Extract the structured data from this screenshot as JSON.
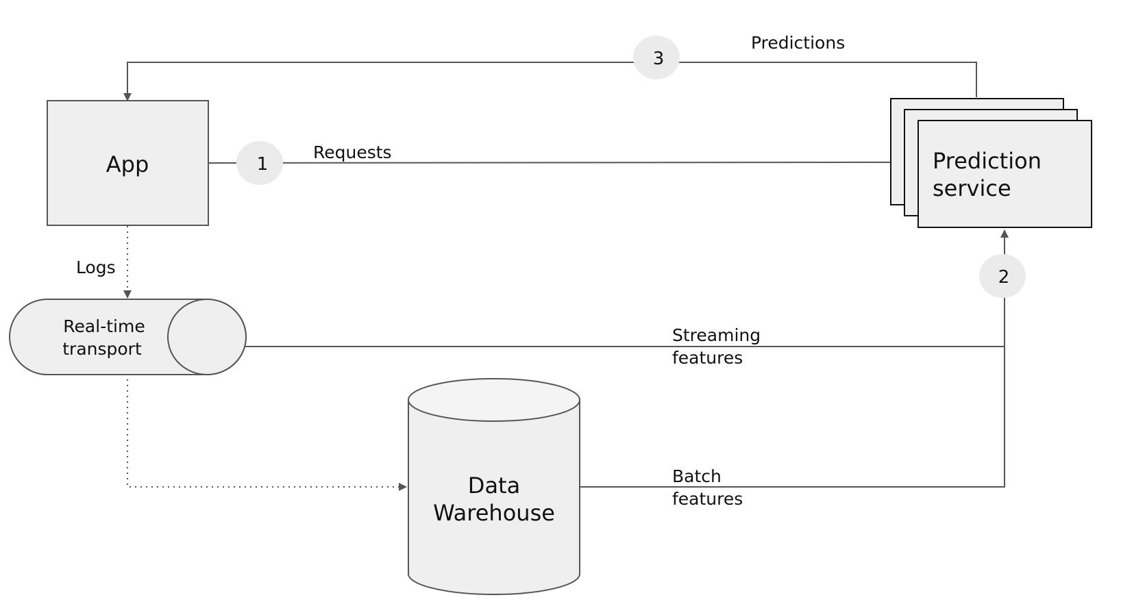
{
  "nodes": {
    "app": {
      "label": "App"
    },
    "prediction_service": {
      "label_line1": "Prediction",
      "label_line2": "service"
    },
    "realtime_transport": {
      "label_line1": "Real-time",
      "label_line2": "transport"
    },
    "data_warehouse": {
      "label_line1": "Data",
      "label_line2": "Warehouse"
    }
  },
  "steps": {
    "one": "1",
    "two": "2",
    "three": "3"
  },
  "edges": {
    "requests": "Requests",
    "predictions": "Predictions",
    "logs": "Logs",
    "streaming_line1": "Streaming",
    "streaming_line2": "features",
    "batch_line1": "Batch",
    "batch_line2": "features"
  },
  "colors": {
    "box_fill": "#efefef",
    "line": "#555555",
    "badge_fill": "#ebebeb",
    "text": "#111111"
  }
}
